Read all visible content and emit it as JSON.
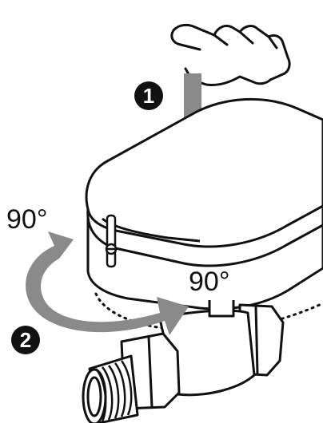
{
  "figure": {
    "step_1_label": "1",
    "step_2_label": "2",
    "angle_left_label": "90°",
    "angle_right_label": "90°"
  },
  "colors": {
    "line": "#111111",
    "arrow_gray": "#8a8a8a",
    "badge": "#111111",
    "background": "#ffffff"
  },
  "icons": {
    "hand": "hand-press-icon",
    "press_arrow": "down-arrow-icon",
    "rotate_arrow": "curved-rotate-arrow-icon"
  }
}
